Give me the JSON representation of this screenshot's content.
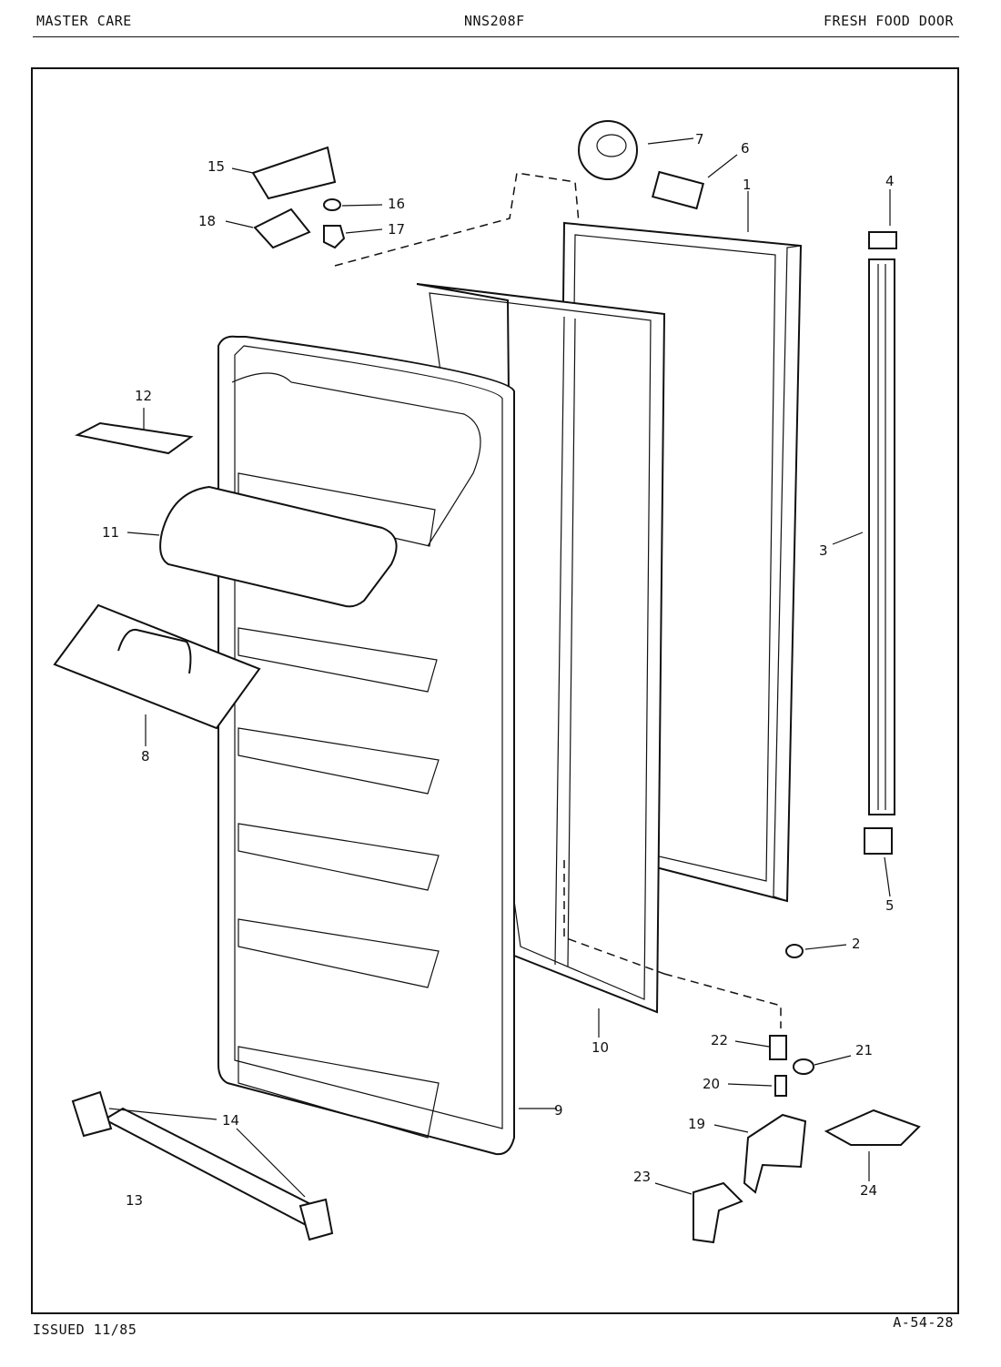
{
  "header": {
    "left": "MASTER CARE",
    "center": "NNS208F",
    "right": "FRESH FOOD DOOR"
  },
  "footer": {
    "issued": "ISSUED 11/85",
    "code": "A-54-28"
  },
  "callouts": [
    "1",
    "2",
    "3",
    "4",
    "5",
    "6",
    "7",
    "8",
    "9",
    "10",
    "11",
    "12",
    "13",
    "14",
    "15",
    "16",
    "17",
    "18",
    "19",
    "20",
    "21",
    "22",
    "23",
    "24"
  ]
}
